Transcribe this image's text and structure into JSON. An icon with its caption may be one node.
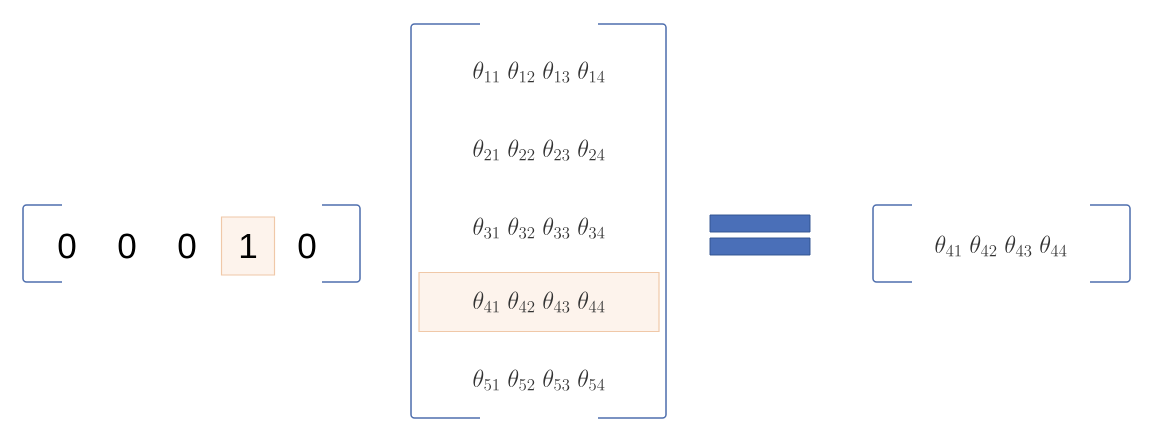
{
  "diagram": {
    "nodes": [
      {
        "text": [
          "1"
        ]
      },
      {
        "text": [
          "\\theta_{41}\\;\\theta_{42}\\;\\theta_{43}\\;\\theta_{44}"
        ]
      }
    ],
    "labels": [
      "0",
      "0",
      "0",
      "0",
      "\\theta_{11}\\;\\theta_{12}\\;\\theta_{13}\\;\\theta_{14}",
      "\\theta_{21}\\;\\theta_{22}\\;\\theta_{23}\\;\\theta_{24}",
      "\\theta_{31}\\;\\theta_{32}\\;\\theta_{33}\\;\\theta_{34}",
      "\\theta_{51}\\;\\theta_{52}\\;\\theta_{53}\\;\\theta_{54}",
      "\\theta_{41}\\;\\theta_{42}\\;\\theta_{43}\\;\\theta_{44}"
    ]
  }
}
